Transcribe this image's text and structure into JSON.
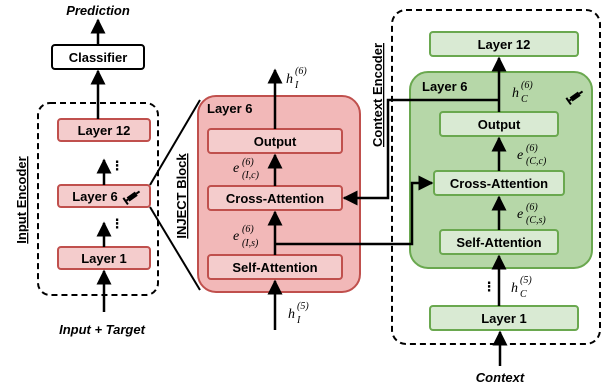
{
  "colors": {
    "red_fill": "#f4cccc",
    "red_stroke": "#c0504d",
    "red_block_fill": "#f2b8b8",
    "green_fill": "#d9ead3",
    "green_stroke": "#6aa84f",
    "green_block_fill": "#b6d7a8",
    "white": "#ffffff",
    "black": "#000000"
  },
  "input_encoder": {
    "label": "Input Encoder",
    "layer12": "Layer 12",
    "layer6": "Layer 6",
    "layer1": "Layer 1",
    "dots": "⋮",
    "dots2": "⋮",
    "classifier": "Classifier",
    "prediction": "Prediction",
    "input": "Input + Target"
  },
  "inject_block": {
    "label": "INJECT Block",
    "title": "Layer 6",
    "output": "Output",
    "cross_attention": "Cross-Attention",
    "self_attention": "Self-Attention",
    "h_out": {
      "base": "h",
      "sup": "(6)",
      "sub": "I"
    },
    "h_in": {
      "base": "h",
      "sup": "(5)",
      "sub": "I"
    },
    "e_c": {
      "base": "e",
      "sup": "(6)",
      "sub": "(I,c)"
    },
    "e_s": {
      "base": "e",
      "sup": "(6)",
      "sub": "(I,s)"
    }
  },
  "context_encoder": {
    "label": "Context Encoder",
    "layer12": "Layer 12",
    "layer6": "Layer 6",
    "layer1": "Layer 1",
    "output": "Output",
    "cross_attention": "Cross-Attention",
    "self_attention": "Self-Attention",
    "dots": "⋮",
    "context": "Context",
    "h6": {
      "base": "h",
      "sup": "(6)",
      "sub": "C"
    },
    "h5": {
      "base": "h",
      "sup": "(5)",
      "sub": "C"
    },
    "e_c": {
      "base": "e",
      "sup": "(6)",
      "sub": "(C,c)"
    },
    "e_s": {
      "base": "e",
      "sup": "(6)",
      "sub": "(C,s)"
    }
  },
  "icons": {
    "inject_icon": "syringe-icon"
  }
}
